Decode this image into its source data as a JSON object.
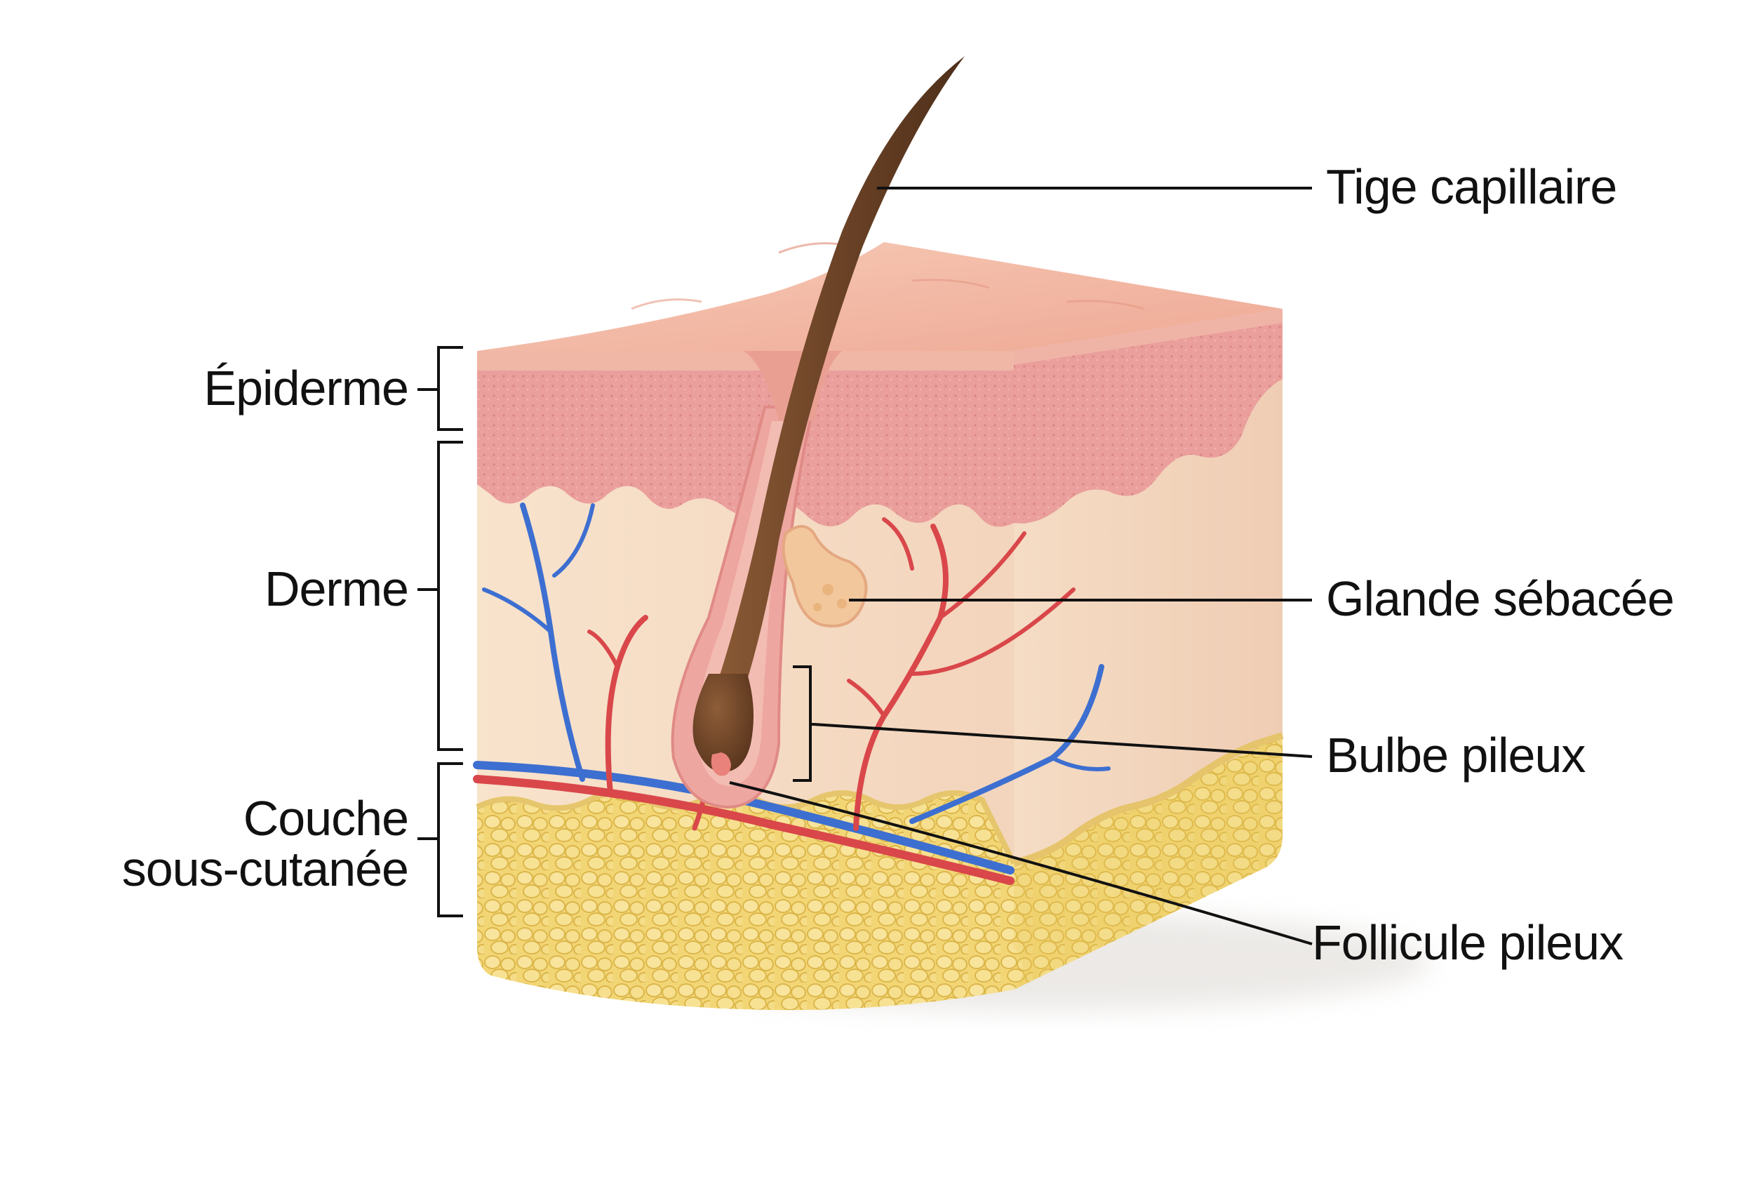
{
  "labels": {
    "hair_shaft": "Tige capillaire",
    "epidermis": "Épiderme",
    "dermis": "Derme",
    "sebaceous_gland": "Glande sébacée",
    "hair_bulb": "Bulbe pileux",
    "subcutaneous_line1": "Couche",
    "subcutaneous_line2": "sous-cutanée",
    "hair_follicle": "Follicule pileux"
  },
  "colors": {
    "skin_surface": "#f2b9a4",
    "epidermis": "#e99a97",
    "dermis": "#f6dcc3",
    "fat": "#f0d36d",
    "hair": "#6b4226",
    "artery": "#d9474a",
    "vein": "#3d6fd1",
    "leader_line": "#111111"
  }
}
